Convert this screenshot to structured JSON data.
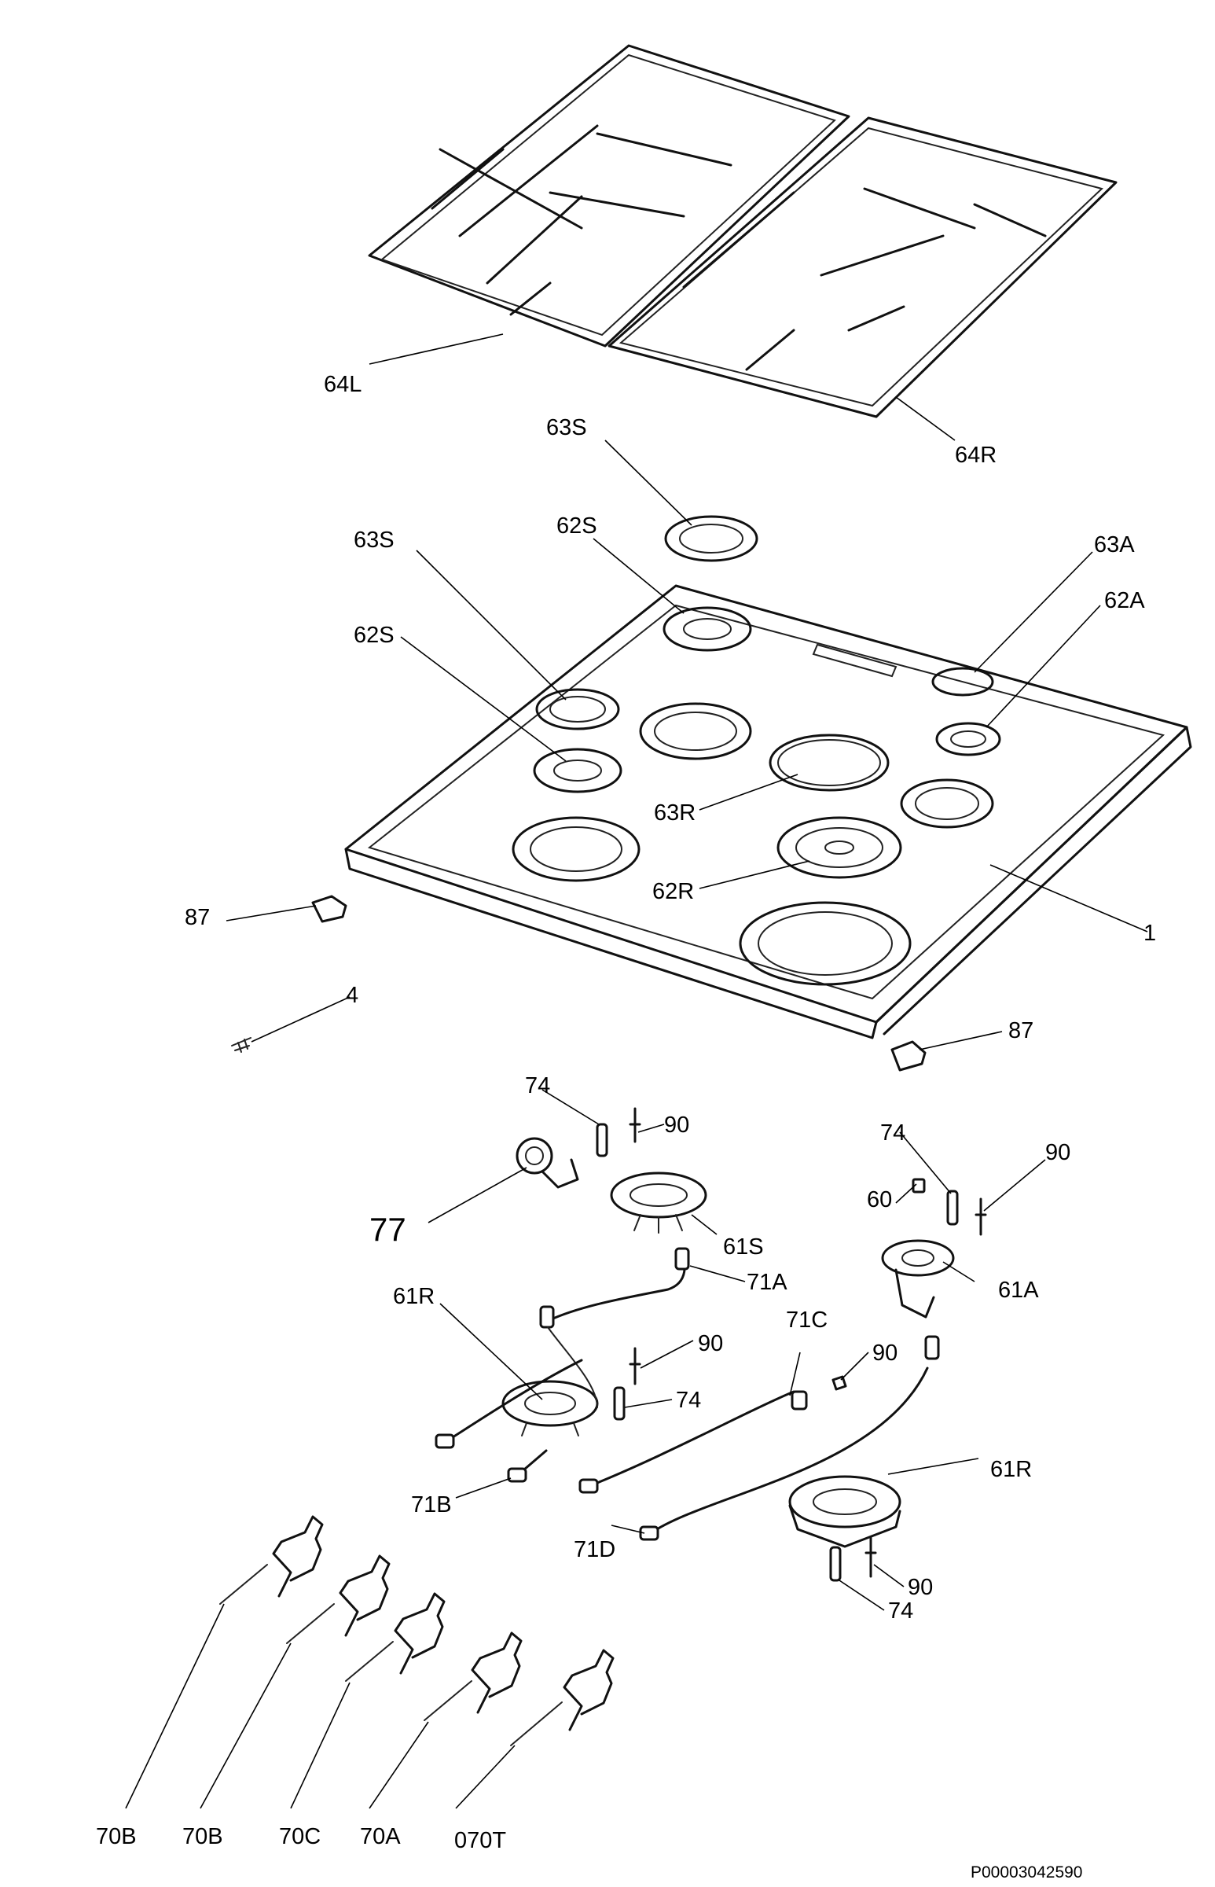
{
  "labels": {
    "grate_left": "64L",
    "grate_right": "64R",
    "cap_63s_top": "63S",
    "cap_63s_left": "63S",
    "crown_62s_top": "62S",
    "crown_62s_left": "62S",
    "cap_63a": "63A",
    "crown_62a": "62A",
    "cap_63r": "63R",
    "crown_62r": "62R",
    "hob_top": "1",
    "foot_left": "87",
    "foot_right": "87",
    "screw": "4",
    "elbow": "77",
    "burner_61s": "61S",
    "burner_61a": "61A",
    "burner_61r_left": "61R",
    "burner_61r_right": "61R",
    "tube_71a": "71A",
    "tube_71b": "71B",
    "tube_71c": "71C",
    "tube_71d": "71D",
    "injector_60": "60",
    "thermo_74_a": "74",
    "thermo_74_b": "74",
    "thermo_74_c": "74",
    "thermo_74_d": "74",
    "spark_90_a": "90",
    "spark_90_b": "90",
    "spark_90_c": "90",
    "spark_90_d": "90",
    "spark_90_e": "90",
    "tap_70b_1": "70B",
    "tap_70b_2": "70B",
    "tap_70c": "70C",
    "tap_70a": "70A",
    "tap_070t": "070T"
  },
  "reference": "P00003042590"
}
